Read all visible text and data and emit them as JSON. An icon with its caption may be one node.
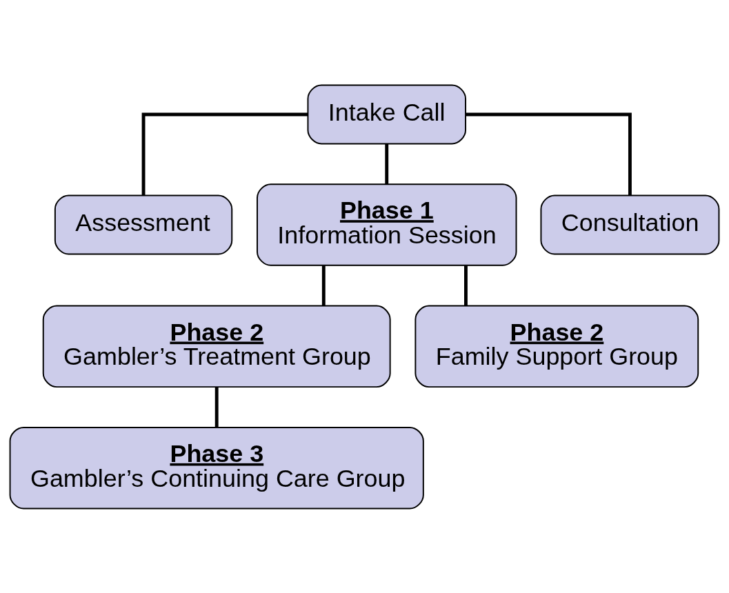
{
  "diagram": {
    "nodes": [
      {
        "text": [
          "Intake Call"
        ]
      },
      {
        "text": [
          "Assessment"
        ]
      },
      {
        "text": [
          "Phase 1",
          "Information Session"
        ]
      },
      {
        "text": [
          "Consultation"
        ]
      },
      {
        "text": [
          "Phase 2",
          "Gambler’s Treatment Group"
        ]
      },
      {
        "text": [
          "Phase 2",
          "Family Support Group"
        ]
      },
      {
        "text": [
          "Phase 3",
          "Gambler’s Continuing Care Group"
        ]
      }
    ],
    "edges": [
      {
        "from": 0,
        "to": 1,
        "arrow": "none"
      },
      {
        "from": 0,
        "to": 2,
        "arrow": "none"
      },
      {
        "from": 0,
        "to": 3,
        "arrow": "none"
      },
      {
        "from": 2,
        "to": 4,
        "arrow": "none"
      },
      {
        "from": 2,
        "to": 5,
        "arrow": "none"
      },
      {
        "from": 4,
        "to": 6,
        "arrow": "none"
      }
    ]
  }
}
